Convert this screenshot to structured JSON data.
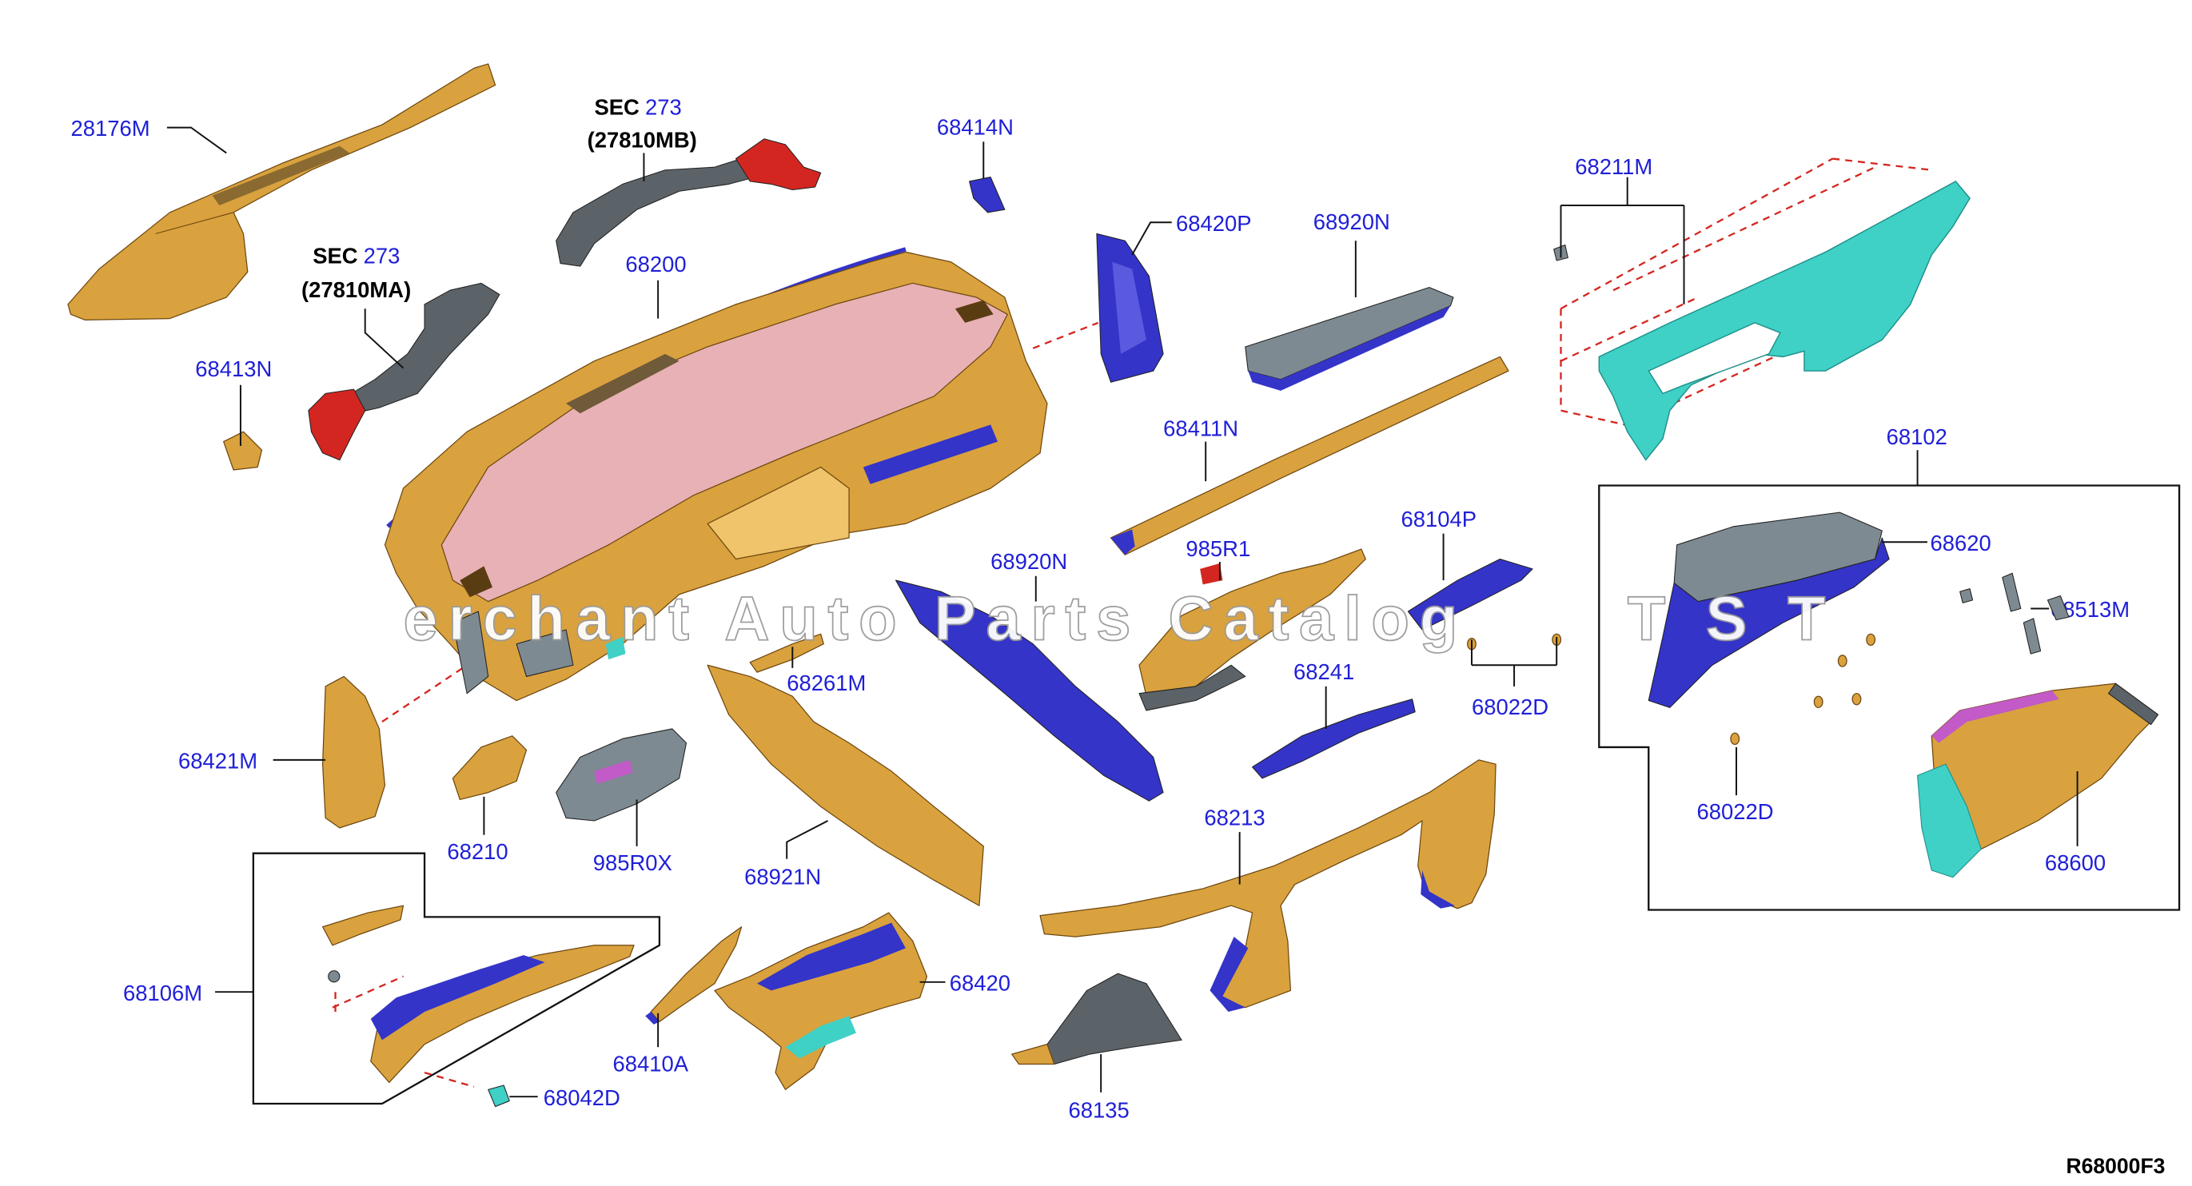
{
  "diagram": {
    "code": "R68000F3",
    "watermark": [
      "erchant Auto Parts Catalog",
      "TST"
    ],
    "sec_refs": [
      {
        "sec": "SEC",
        "num": "273",
        "part": "(27810MB)"
      },
      {
        "sec": "SEC",
        "num": "273",
        "part": "(27810MA)"
      }
    ],
    "callouts": [
      "28176M",
      "68414N",
      "68211M",
      "68420P",
      "68920N",
      "68200",
      "68413N",
      "68411N",
      "68102",
      "68104P",
      "985R1",
      "68920N",
      "68620",
      "68513M",
      "68261M",
      "68241",
      "68022D",
      "68421M",
      "68022D",
      "68213",
      "68210",
      "985R0X",
      "68921N",
      "68600",
      "68106M",
      "68420",
      "68410A",
      "68042D",
      "68135"
    ]
  },
  "colors": {
    "label": "#1f1fd8",
    "gold": "#d9a23e",
    "gold_light": "#efc46a",
    "pink": "#e8b1b5",
    "teal": "#3fd0c6",
    "blue": "#3434c8",
    "gray": "#7e8a92",
    "dark_gray": "#5c6368",
    "red": "#d42620",
    "purple": "#c25ac8"
  }
}
